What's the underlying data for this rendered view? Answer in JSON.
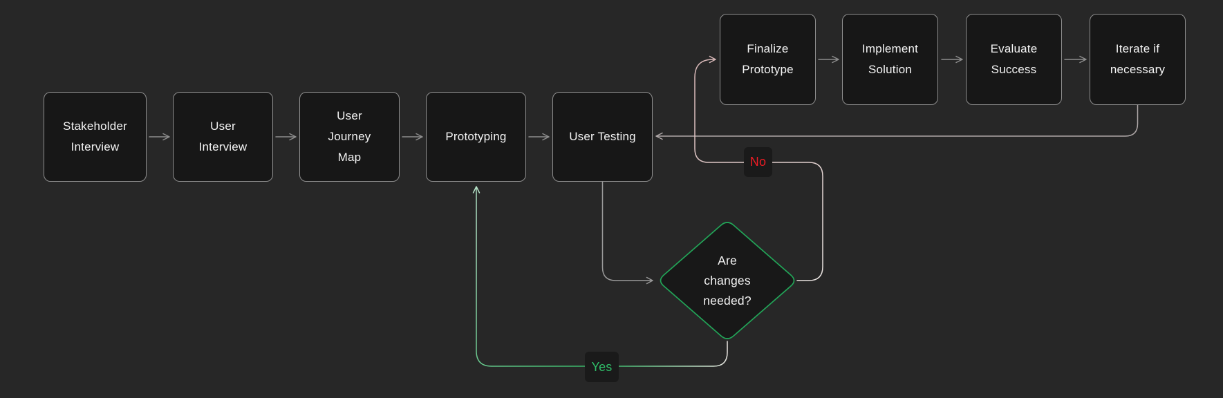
{
  "diagram": {
    "type": "flowchart",
    "background": "#272727"
  },
  "nodes": [
    {
      "id": "stakeholder-interview",
      "label": "Stakeholder\nInterview",
      "shape": "rect"
    },
    {
      "id": "user-interview",
      "label": "User\nInterview",
      "shape": "rect"
    },
    {
      "id": "user-journey-map",
      "label": "User\nJourney\nMap",
      "shape": "rect"
    },
    {
      "id": "prototyping",
      "label": "Prototyping",
      "shape": "rect"
    },
    {
      "id": "user-testing",
      "label": "User Testing",
      "shape": "rect"
    },
    {
      "id": "finalize-prototype",
      "label": "Finalize\nPrototype",
      "shape": "rect"
    },
    {
      "id": "implement-solution",
      "label": "Implement\nSolution",
      "shape": "rect"
    },
    {
      "id": "evaluate-success",
      "label": "Evaluate\nSuccess",
      "shape": "rect"
    },
    {
      "id": "iterate-if-necessary",
      "label": "Iterate if\nnecessary",
      "shape": "rect"
    }
  ],
  "decision": {
    "id": "are-changes-needed",
    "label": "Are\nchanges\nneeded?",
    "shape": "diamond"
  },
  "edge_labels": {
    "yes": "Yes",
    "no": "No"
  },
  "edges": [
    {
      "from": "stakeholder-interview",
      "to": "user-interview"
    },
    {
      "from": "user-interview",
      "to": "user-journey-map"
    },
    {
      "from": "user-journey-map",
      "to": "prototyping"
    },
    {
      "from": "prototyping",
      "to": "user-testing"
    },
    {
      "from": "user-testing",
      "to": "are-changes-needed"
    },
    {
      "from": "are-changes-needed",
      "to": "finalize-prototype",
      "label": "No"
    },
    {
      "from": "are-changes-needed",
      "to": "prototyping",
      "label": "Yes"
    },
    {
      "from": "finalize-prototype",
      "to": "implement-solution"
    },
    {
      "from": "implement-solution",
      "to": "evaluate-success"
    },
    {
      "from": "evaluate-success",
      "to": "iterate-if-necessary"
    },
    {
      "from": "iterate-if-necessary",
      "to": "user-testing"
    }
  ],
  "colors": {
    "background": "#272727",
    "node_fill": "#171717",
    "node_border": "#8f8f8f",
    "node_text": "#f4f4f4",
    "decision_border": "#22a558",
    "yes_green": "#2fbd68",
    "no_red": "#ed1c24",
    "no_edge_pink": "#d9b9b9",
    "return_edge_gray": "#b0a9a9",
    "arrow_gray": "#8d8d8d"
  }
}
